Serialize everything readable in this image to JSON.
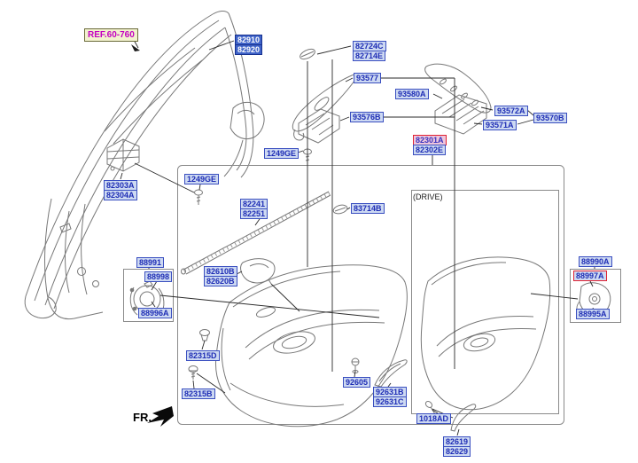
{
  "diagram": {
    "type": "vehicle-door-trim-parts-diagram",
    "texts": {
      "drive": "(DRIVE)",
      "fr": "FR."
    },
    "icons": {
      "fr_arrow": "bold-southwest-arrow",
      "ref_arrow": "leader-arrowhead"
    },
    "colors": {
      "label_text": "#1e2db5",
      "label_bg": "#cdd9f2",
      "label_border": "#3a4fc0",
      "selected_bg": "#3f63c8",
      "selected_text": "#ffffff",
      "highlight_border": "#e02333",
      "highlight_bg": "#eec6dc",
      "ref_text": "#c400c0",
      "line_art": "#787878"
    },
    "labels": {
      "ref": "REF.60-760",
      "p82910": [
        "82910",
        "82920"
      ],
      "p82724": [
        "82724C",
        "82714E"
      ],
      "p93577": "93577",
      "p93580a": "93580A",
      "p93576b": "93576B",
      "p93572a": "93572A",
      "p93570b": "93570B",
      "p93571a": "93571A",
      "p8230": [
        "82301A",
        "82302E"
      ],
      "p1249ge": "1249GE",
      "p82303": [
        "82303A",
        "82304A"
      ],
      "p82241": [
        "82241",
        "82251"
      ],
      "p83714b": "83714B",
      "p88991": "88991",
      "p88998": "88998",
      "p88996a": "88996A",
      "p82610": [
        "82610B",
        "82620B"
      ],
      "p82315d": "82315D",
      "p82315b": "82315B",
      "p92605": "92605",
      "p92631": [
        "92631B",
        "92631C"
      ],
      "p1018ad": "1018AD",
      "p82619": [
        "82619",
        "82629"
      ],
      "p88990a": "88990A",
      "p88997a": "88997A",
      "p88995a": "88995A"
    }
  }
}
